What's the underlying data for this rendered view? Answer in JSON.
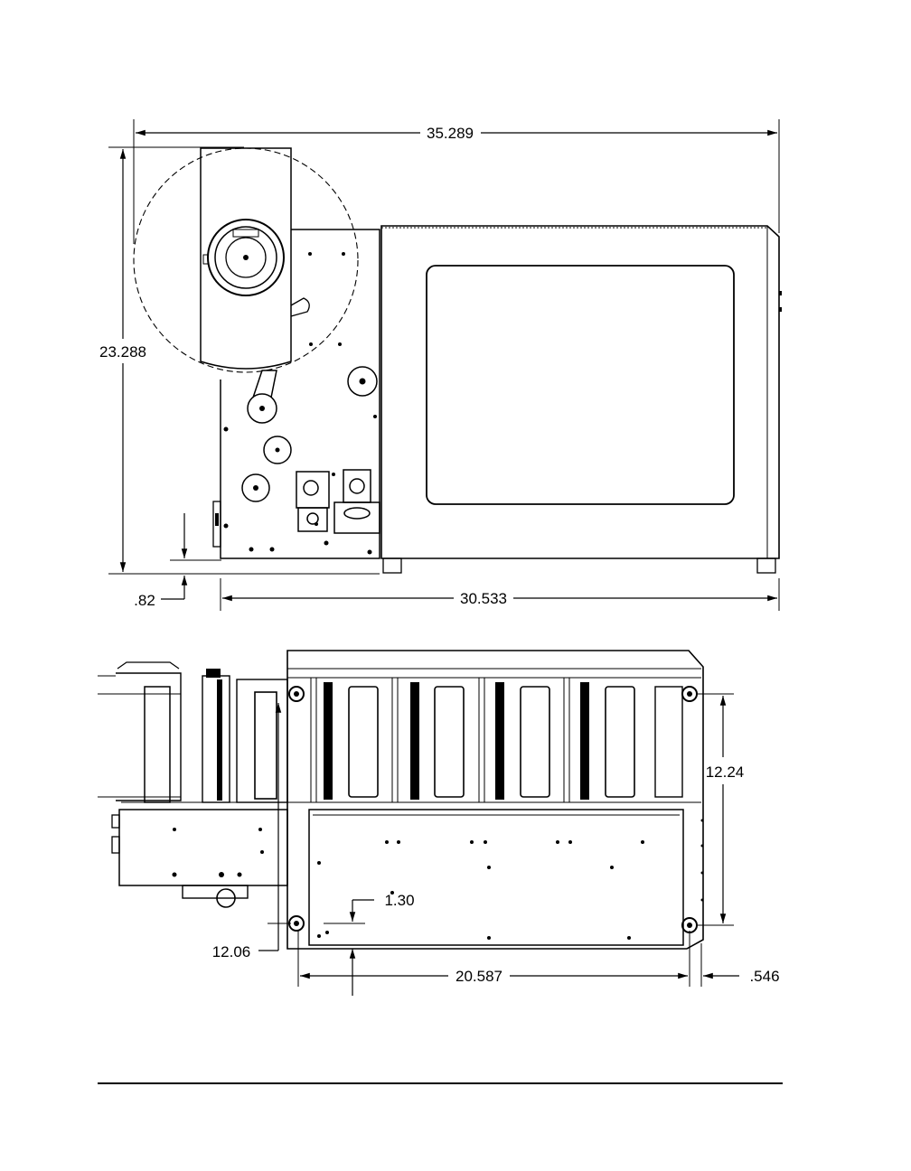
{
  "dimensions": {
    "overall_length": "35.289",
    "overall_height": "23.288",
    "base_offset": ".82",
    "base_length": "30.533",
    "rail_spacing": "12.24",
    "foot_offset_small": "1.30",
    "depth_to_front": "12.06",
    "foot_spacing": "20.587",
    "foot_inset": ".546"
  },
  "colors": {
    "line": "#000000",
    "background": "#ffffff"
  }
}
